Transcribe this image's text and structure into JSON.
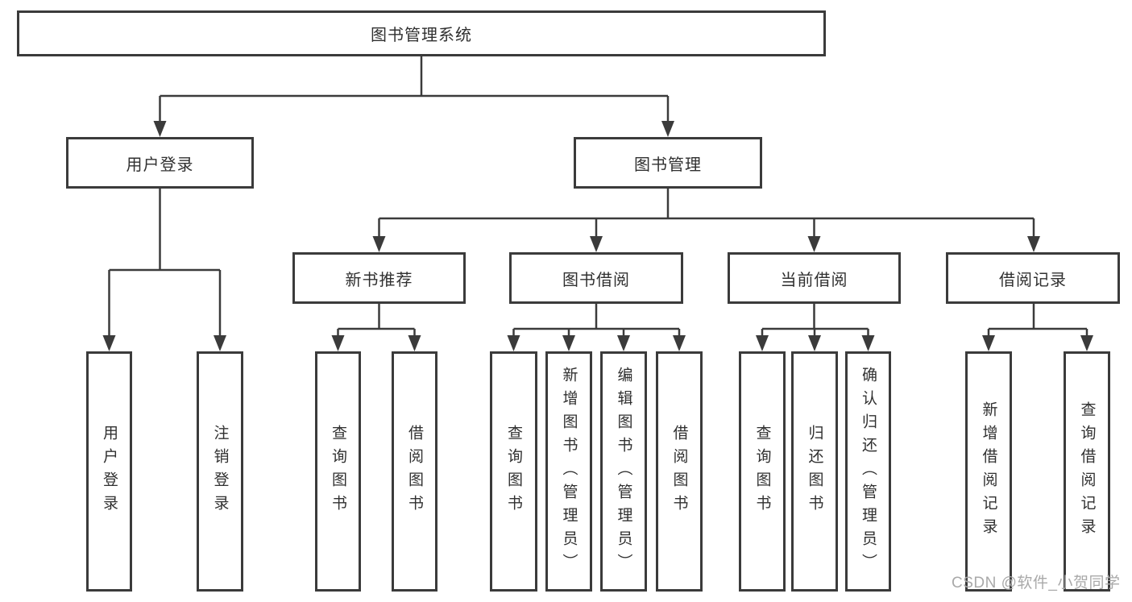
{
  "watermark": {
    "text": "CSDN @软件_小贺同学"
  },
  "colors": {
    "line": "#3b3b3b",
    "text": "#303030",
    "watermark": "#a9a9a9",
    "background": "#ffffff"
  },
  "tree": {
    "root": {
      "label": "图书管理系统",
      "children": [
        {
          "label": "用户登录",
          "children": [
            {
              "label": "用户登录"
            },
            {
              "label": "注销登录"
            }
          ]
        },
        {
          "label": "图书管理",
          "children": [
            {
              "label": "新书推荐",
              "children": [
                {
                  "label": "查询图书"
                },
                {
                  "label": "借阅图书"
                }
              ]
            },
            {
              "label": "图书借阅",
              "children": [
                {
                  "label": "查询图书"
                },
                {
                  "label": "新增图书（管理员）"
                },
                {
                  "label": "编辑图书（管理员）"
                },
                {
                  "label": "借阅图书"
                }
              ]
            },
            {
              "label": "当前借阅",
              "children": [
                {
                  "label": "查询图书"
                },
                {
                  "label": "归还图书"
                },
                {
                  "label": "确认归还（管理员）"
                }
              ]
            },
            {
              "label": "借阅记录",
              "children": [
                {
                  "label": "新增借阅记录"
                },
                {
                  "label": "查询借阅记录"
                }
              ]
            }
          ]
        }
      ]
    }
  }
}
